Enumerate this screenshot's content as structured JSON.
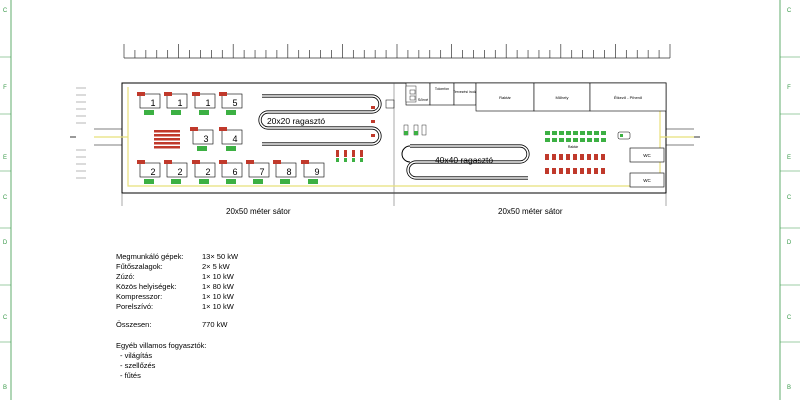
{
  "frame": {
    "left_letters": [
      "C",
      "F",
      "E",
      "C",
      "D",
      "C",
      "B"
    ],
    "right_letters": [
      "C",
      "F",
      "E",
      "C",
      "D",
      "C",
      "B"
    ]
  },
  "plan": {
    "machines_top": [
      "1",
      "1",
      "1",
      "5"
    ],
    "machines_mid": [
      "3",
      "4"
    ],
    "machines_bottom": [
      "2",
      "2",
      "2",
      "6",
      "7",
      "8",
      "9"
    ],
    "small_dryer": "20x20 ragasztó",
    "large_dryer": "40x40 ragasztó",
    "rooms": [
      "Tolomfon",
      "Tervezési iroda",
      "Raktár",
      "Műhely",
      "Étkező - Pihenő"
    ],
    "small_box": "Sőrvé",
    "green_area_label": "Raktár",
    "wc_labels": [
      "WC",
      "WC"
    ],
    "tent_left": "20x50 méter sátor",
    "tent_right": "20x50 méter sátor"
  },
  "legend": {
    "items": [
      {
        "name": "Megmunkáló gépek:",
        "value": "13× 50 kW"
      },
      {
        "name": "Fűtőszalagok:",
        "value": "2× 5 kW"
      },
      {
        "name": "Zúzó:",
        "value": "1× 10 kW"
      },
      {
        "name": "Közös helyiségek:",
        "value": "1× 80 kW"
      },
      {
        "name": "Kompresszor:",
        "value": "1× 10 kW"
      },
      {
        "name": "Porelszívó:",
        "value": "1× 10 kW"
      }
    ],
    "total_label": "Összesen:",
    "total_value": "770 kW",
    "notes_title": "Egyéb villamos fogyasztók:",
    "notes": [
      "- világítás",
      "- szellőzés",
      "- fűtés"
    ]
  },
  "colors": {
    "machine_red": "#c0392b",
    "machine_green": "#3cb043",
    "frame_green": "#3a9a4a",
    "path_yellow": "#e8e07a"
  }
}
